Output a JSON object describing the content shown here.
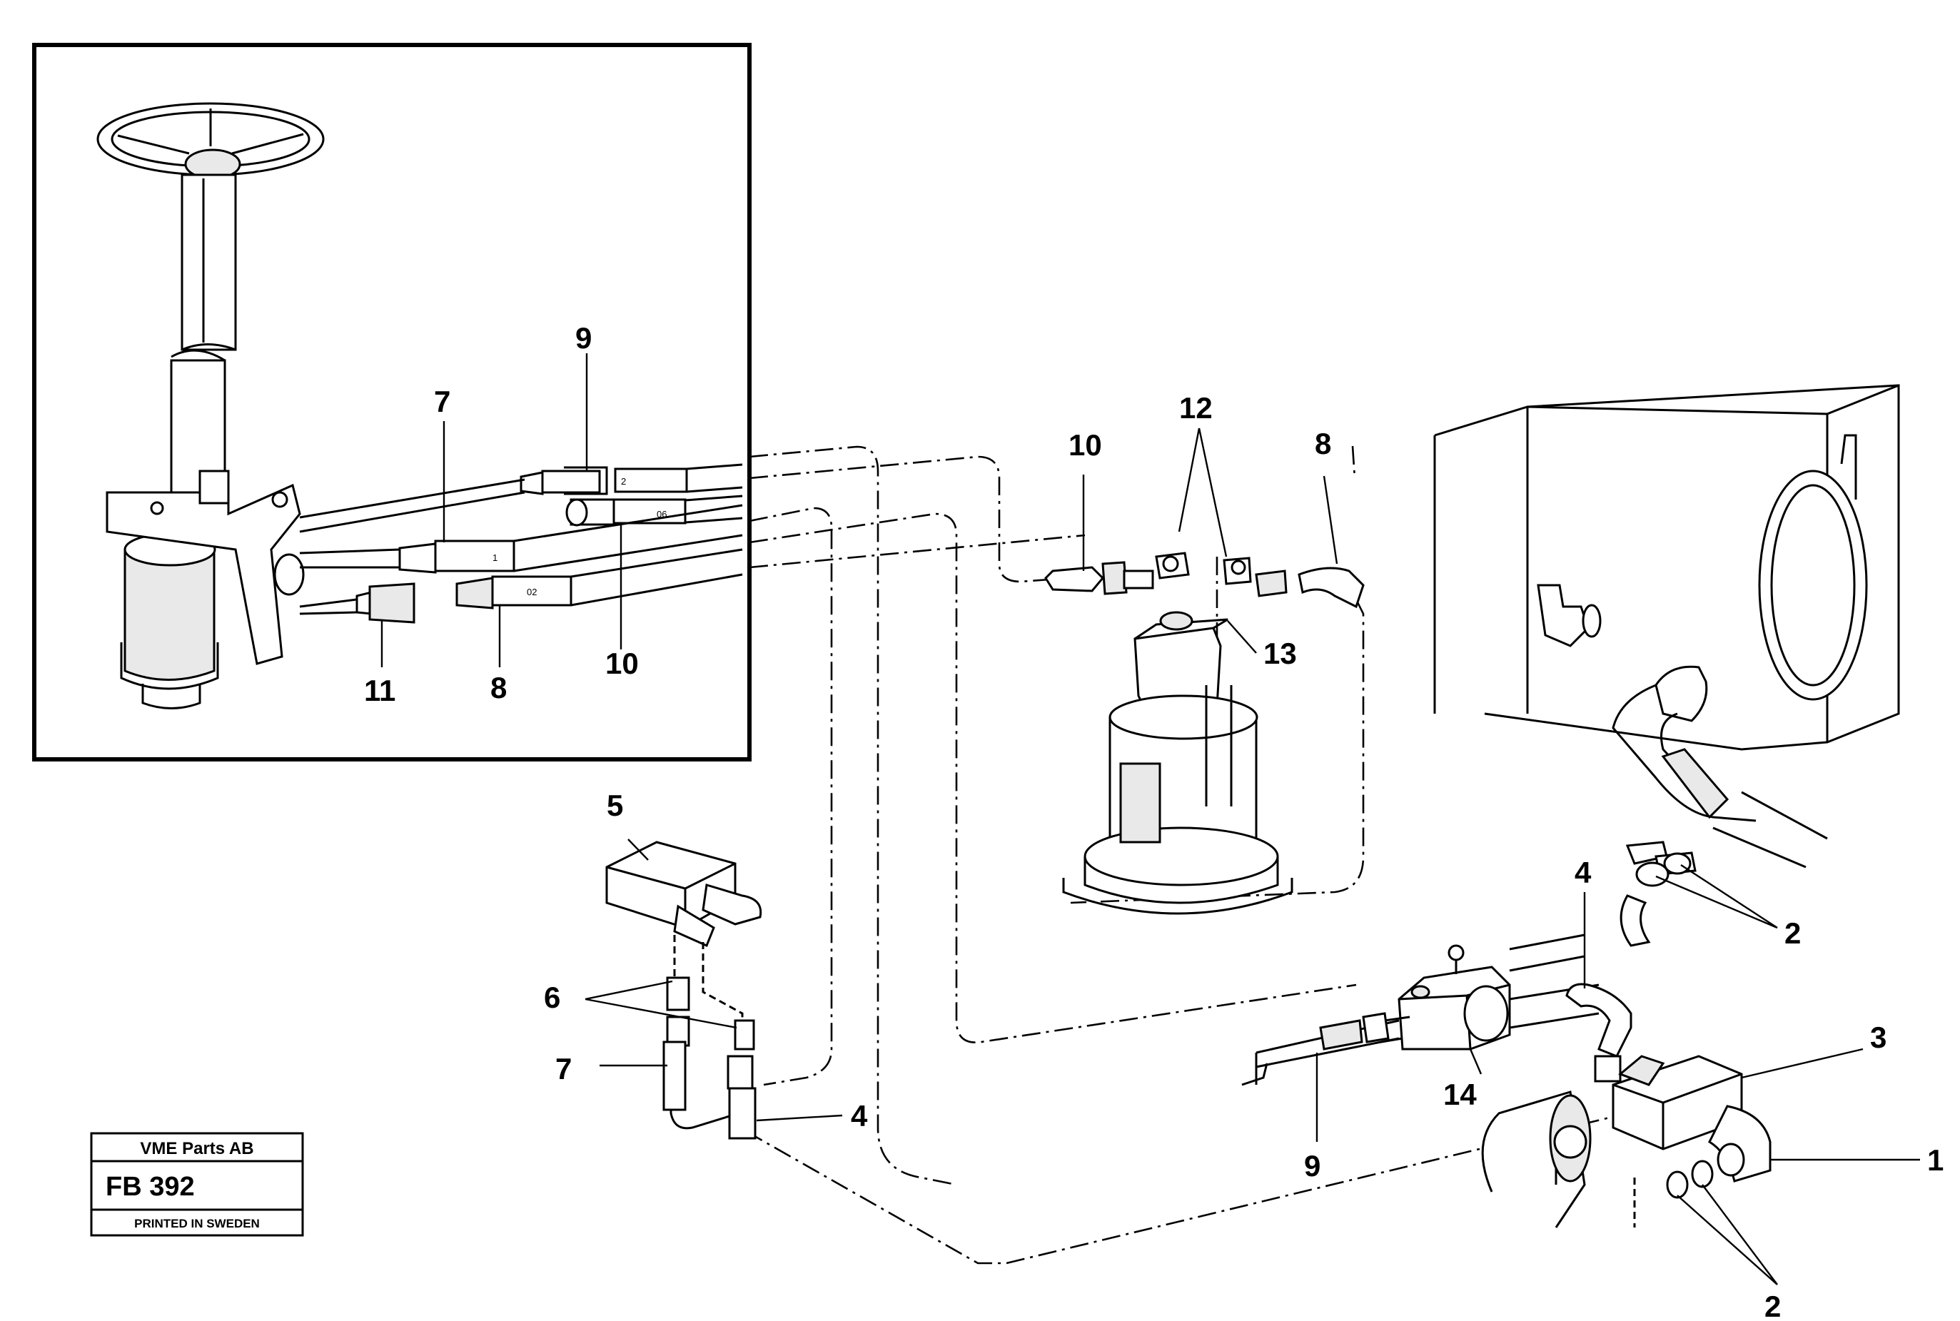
{
  "diagram": {
    "callouts": {
      "c9_top": "9",
      "c7_top": "7",
      "c10_top": "10",
      "c11": "11",
      "c8_top": "8",
      "c12": "12",
      "c10_mid": "10",
      "c8_mid": "8",
      "c13": "13",
      "c5": "5",
      "c6": "6",
      "c7_bottom": "7",
      "c4_bottom": "4",
      "c4_right": "4",
      "c2_upper": "2",
      "c3": "3",
      "c1": "1",
      "c14": "14",
      "c9_bottom": "9",
      "c2_lower": "2"
    },
    "hose_marks": {
      "m2": "2",
      "m1": "1",
      "m06": "06",
      "m02": "02"
    },
    "stamp": {
      "company": "VME Parts AB",
      "code": "FB 392",
      "footer": "PRINTED IN SWEDEN"
    }
  }
}
